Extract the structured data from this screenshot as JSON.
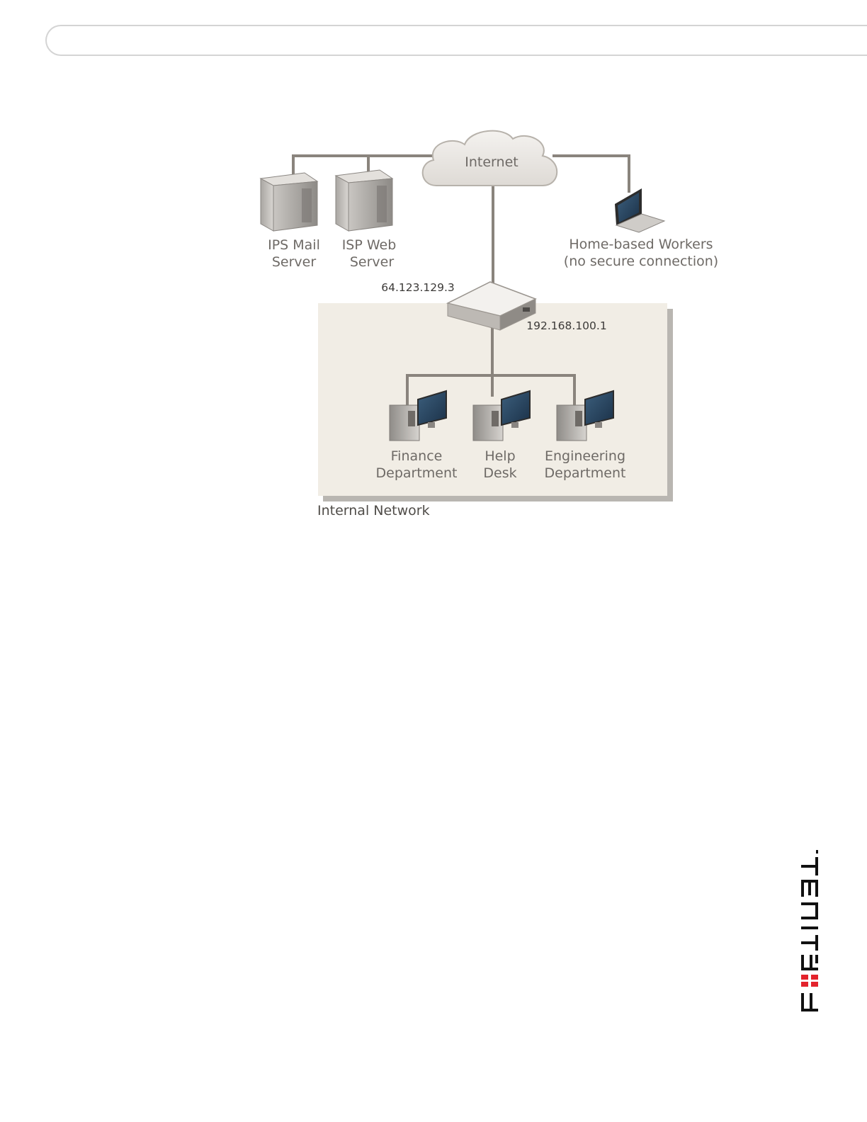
{
  "diagram": {
    "cloud_label": "Internet",
    "mail_server_label": [
      "IPS Mail",
      "Server"
    ],
    "web_server_label": [
      "ISP Web",
      "Server"
    ],
    "home_workers_label": [
      "Home-based Workers",
      "(no secure connection)"
    ],
    "external_ip": "64.123.129.3",
    "internal_ip": "192.168.100.1",
    "finance_label": [
      "Finance",
      "Department"
    ],
    "helpdesk_label": [
      "Help",
      "Desk"
    ],
    "engineering_label": [
      "Engineering",
      "Department"
    ],
    "internal_network_label": "Internal Network"
  },
  "branding": {
    "logo_text": "FORTINET",
    "logo_accent_color": "#e3232c"
  }
}
